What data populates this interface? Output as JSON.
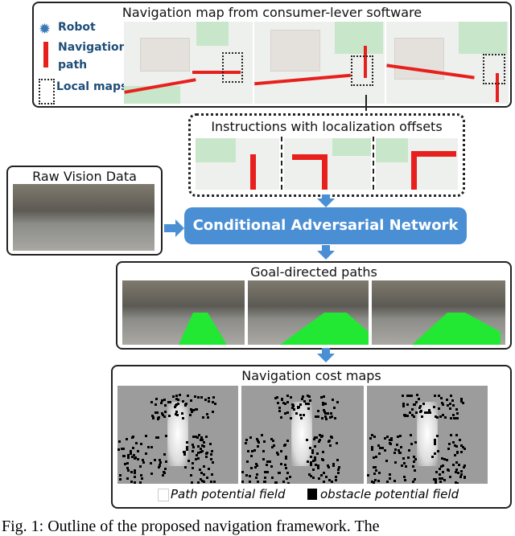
{
  "top": {
    "title": "Navigation map from consumer-lever software",
    "legend": {
      "robot": "Robot",
      "path": "Navigation path",
      "local": "Local maps"
    }
  },
  "instructions": {
    "title": "Instructions with localization offsets"
  },
  "raw": {
    "title": "Raw Vision Data"
  },
  "network": {
    "label": "Conditional Adversarial Network"
  },
  "goal": {
    "title": "Goal-directed paths"
  },
  "cost": {
    "title": "Navigation cost maps",
    "legend_path": "Path potential field",
    "legend_obstacle": "obstacle potential field"
  },
  "caption": "Fig. 1: Outline of the proposed navigation framework. The",
  "colors": {
    "accent": "#4a8fd4",
    "path": "#e8201d",
    "goal_path": "#22e833",
    "legend_text": "#1f4e79"
  }
}
